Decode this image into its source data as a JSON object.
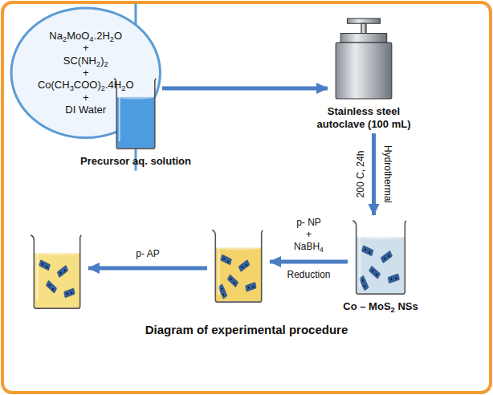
{
  "diagram": {
    "caption": "Diagram of experimental procedure",
    "nodes": [
      {
        "text": [
          "Na2MoO4.2H2O",
          "+",
          "SC(NH2)2",
          "+",
          "Co(CH3COO)2.4H2O",
          "+",
          "DI Water"
        ]
      },
      {
        "text": [
          "Precursor aq. solution"
        ]
      },
      {
        "text": [
          "Stainless steel autoclave (100 mL)"
        ]
      },
      {
        "text": [
          "Co – MoS2 NSs"
        ]
      },
      {
        "text": []
      },
      {
        "text": []
      }
    ],
    "edges": [
      {
        "from": 0,
        "to": 1,
        "arrow": "none"
      },
      {
        "from": 1,
        "to": 2,
        "arrow": "to"
      },
      {
        "from": 2,
        "to": 3,
        "arrow": "to",
        "label": "200 C, 24h"
      },
      {
        "from": 3,
        "to": 4,
        "arrow": "to",
        "label": "Reduction"
      },
      {
        "from": 4,
        "to": 5,
        "arrow": "to",
        "label": "p- AP"
      }
    ],
    "labels": [
      "Hydrothermal",
      "p- NP",
      "+",
      "NaBH4"
    ]
  }
}
